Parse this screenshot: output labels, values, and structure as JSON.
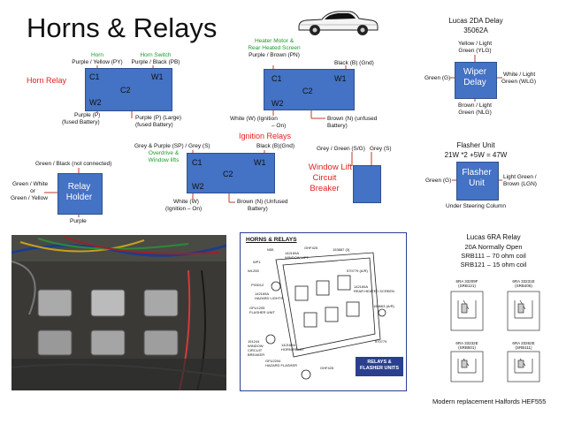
{
  "title": "Horns & Relays",
  "horn_relay": {
    "title": "Horn Relay",
    "horn_label": "Horn",
    "horn_wire": "Purple / Yellow (PY)",
    "switch_label": "Horn Switch",
    "switch_wire": "Purple / Black (PB)",
    "pins": {
      "c1": "C1",
      "w1": "W1",
      "c2": "C2",
      "w2": "W2"
    },
    "w2_wire_1": "Purple (P)",
    "w2_wire_2": "(fused Battery)",
    "c2_wire_1": "Purple (P) (Large)",
    "c2_wire_2": "(fused Battery)"
  },
  "heater_relay": {
    "title_1": "Heater Motor &",
    "title_2": "Rear Heated Screen",
    "c1_wire": "Purple / Brown (PN)",
    "w1_wire": "Black (B) (Gnd)",
    "pins": {
      "c1": "C1",
      "w1": "W1",
      "c2": "C2",
      "w2": "W2"
    },
    "w2_wire_1": "White (W) (Ignition",
    "w2_wire_2": "– On)",
    "c2_wire_1": "Brown (N) (unfused",
    "c2_wire_2": "Battery)"
  },
  "ignition_relays": {
    "title": "Ignition Relays",
    "c1_wire": "Grey & Purple (SP) / Grey (S)",
    "c1_sub_1": "Overdrive &",
    "c1_sub_2": "Window lifts",
    "w1_wire": "Black (B)(Gnd)",
    "pins": {
      "c1": "C1",
      "w1": "W1",
      "c2": "C2",
      "w2": "W2"
    },
    "w2_wire_1": "White (W)",
    "w2_wire_2": "(Ignition – On)",
    "c2_wire_1": "Brown (N) (Unfused",
    "c2_wire_2": "Battery)"
  },
  "relay_holder": {
    "label_1": "Relay",
    "label_2": "Holder",
    "top_wire": "Green / Black (not connected)",
    "left_wire_1": "Green / White",
    "left_wire_or": "or",
    "left_wire_2": "Green / Yellow",
    "bottom_wire": "Purple"
  },
  "window_lift": {
    "title_1": "Window Lift",
    "title_2": "Circuit",
    "title_3": "Breaker",
    "wire_1": "Grey / Green (S/G)",
    "wire_2": "Grey (S)"
  },
  "wiper_delay": {
    "title": "Lucas 2DA Delay",
    "part": "35062A",
    "label_1": "Wiper",
    "label_2": "Delay",
    "top_wire_1": "Yellow / Light",
    "top_wire_2": "Green (YLG)",
    "left_wire": "Green (G)",
    "right_wire_1": "White / Light",
    "right_wire_2": "Green (WLG)",
    "bottom_wire_1": "Brown / Light",
    "bottom_wire_2": "Green (NLG)"
  },
  "flasher": {
    "title": "Flasher Unit",
    "formula": "21W *2 +5W = 47W",
    "label_1": "Flasher",
    "label_2": "Unit",
    "left_wire": "Green (G)",
    "right_wire_1": "Light Green /",
    "right_wire_2": "Brown (LGN)",
    "location": "Under Steering Column"
  },
  "lucas_6ra": {
    "title": "Lucas 6RA Relay",
    "line_1": "20A Normally Open",
    "line_2": "SRB111 – 70 ohm coil",
    "line_3": "SRB121 – 15 ohm coil",
    "parts": [
      {
        "name": "6RA 33209F",
        "code": "(SRB121)"
      },
      {
        "name": "6RA 33231E",
        "code": "(SRB406)"
      },
      {
        "name": "6RA 33232E",
        "code": "(SRB501)"
      },
      {
        "name": "6RA 33262E",
        "code": "(SRB111)"
      }
    ],
    "footer": "Modern replacement Halfords HEF555"
  },
  "parts_diagram": {
    "header": "HORNS & RELAYS",
    "callouts": [
      "N55",
      "142169A",
      "WINDOW LIFT",
      "GHF425",
      "153887 (3)",
      "WP1",
      "WL255",
      "570779 (A/R)",
      "PX5012",
      "142169A",
      "HAZARD LIGHTS",
      "142169A",
      "REAR HEATED SCREEN",
      "GFU1205",
      "FLASHER UNIT",
      "154663 (A/R)",
      "151244",
      "WINDOW CIRCUIT BREAKER",
      "142169A",
      "HORN RELAY",
      "570779",
      "GFU2204",
      "HAZARD FLASHER",
      "GHF425"
    ],
    "badge_1": "RELAYS &",
    "badge_2": "FLASHER UNITS"
  },
  "colors": {
    "relay_blue": "#4472c4",
    "relay_border": "#2f528f",
    "red_label": "#e02020",
    "green_label": "#1a9a2a",
    "badge_blue": "#2b3f8f"
  }
}
